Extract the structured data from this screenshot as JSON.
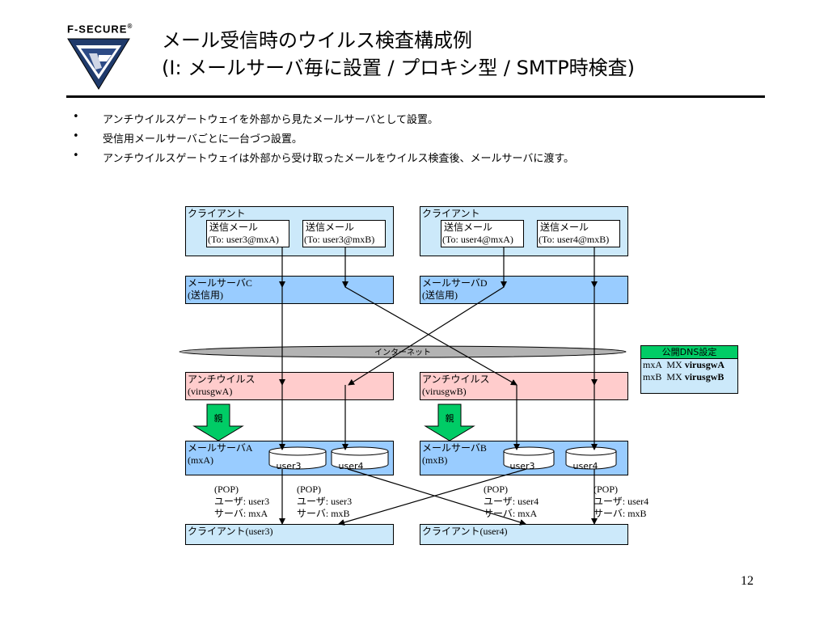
{
  "logo": {
    "text": "F-SECURE",
    "reg": "®"
  },
  "title": {
    "line1": "メール受信時のウイルス検査構成例",
    "line2": "(I: メールサーバ毎に設置 / プロキシ型 / SMTP時検査)"
  },
  "bullets": [
    "アンチウイルスゲートウェイを外部から見たメールサーバとして設置。",
    "受信用メールサーバごとに一台づつ設置。",
    "アンチウイルスゲートウェイは外部から受け取ったメールをウイルス検査後、メールサーバに渡す。"
  ],
  "bullet_symbol": "•",
  "diagram": {
    "client_left": {
      "label": "クライアント",
      "mail1": {
        "line1": "送信メール",
        "line2": "(To: user3@mxA)"
      },
      "mail2": {
        "line1": "送信メール",
        "line2": "(To: user3@mxB)"
      }
    },
    "client_right": {
      "label": "クライアント",
      "mail1": {
        "line1": "送信メール",
        "line2": "(To: user4@mxA)"
      },
      "mail2": {
        "line1": "送信メール",
        "line2": "(To: user4@mxB)"
      }
    },
    "server_c": {
      "line1": "メールサーバC",
      "line2": "(送信用)"
    },
    "server_d": {
      "line1": "メールサーバD",
      "line2": "(送信用)"
    },
    "internet": "インターネット",
    "dns": {
      "header": "公開DNS設定",
      "row1_prefix": "mxA  MX ",
      "row1_value": "virusgwA",
      "row2_prefix": "mxB  MX ",
      "row2_value": "virusgwB"
    },
    "av_a": {
      "line1": "アンチウイルス",
      "line2": "(virusgwA)"
    },
    "av_b": {
      "line1": "アンチウイルス",
      "line2": "(virusgwB)"
    },
    "parent_label": "親",
    "mailserver_a": {
      "line1": "メールサーバA",
      "line2": "(mxA)",
      "box1": "user3",
      "box2": "user4"
    },
    "mailserver_b": {
      "line1": "メールサーバB",
      "line2": "(mxB)",
      "box1": "user3",
      "box2": "user4"
    },
    "pop_labels": [
      {
        "l1": "(POP)",
        "l2": "ユーザ: user3",
        "l3": "サーバ: mxA"
      },
      {
        "l1": "(POP)",
        "l2": "ユーザ: user3",
        "l3": "サーバ: mxB"
      },
      {
        "l1": "(POP)",
        "l2": "ユーザ: user4",
        "l3": "サーバ: mxA"
      },
      {
        "l1": "(POP)",
        "l2": "ユーザ: user4",
        "l3": "サーバ: mxB"
      }
    ],
    "client_user3": "クライアント(user3)",
    "client_user4": "クライアント(user4)"
  },
  "colors": {
    "client": "#cce9fa",
    "server": "#99ccff",
    "antivirus": "#ffcccc",
    "internet": "#b3b3b3",
    "parent_arrow": "#00cc66",
    "dns_header": "#00cc66"
  },
  "page_number": "12"
}
